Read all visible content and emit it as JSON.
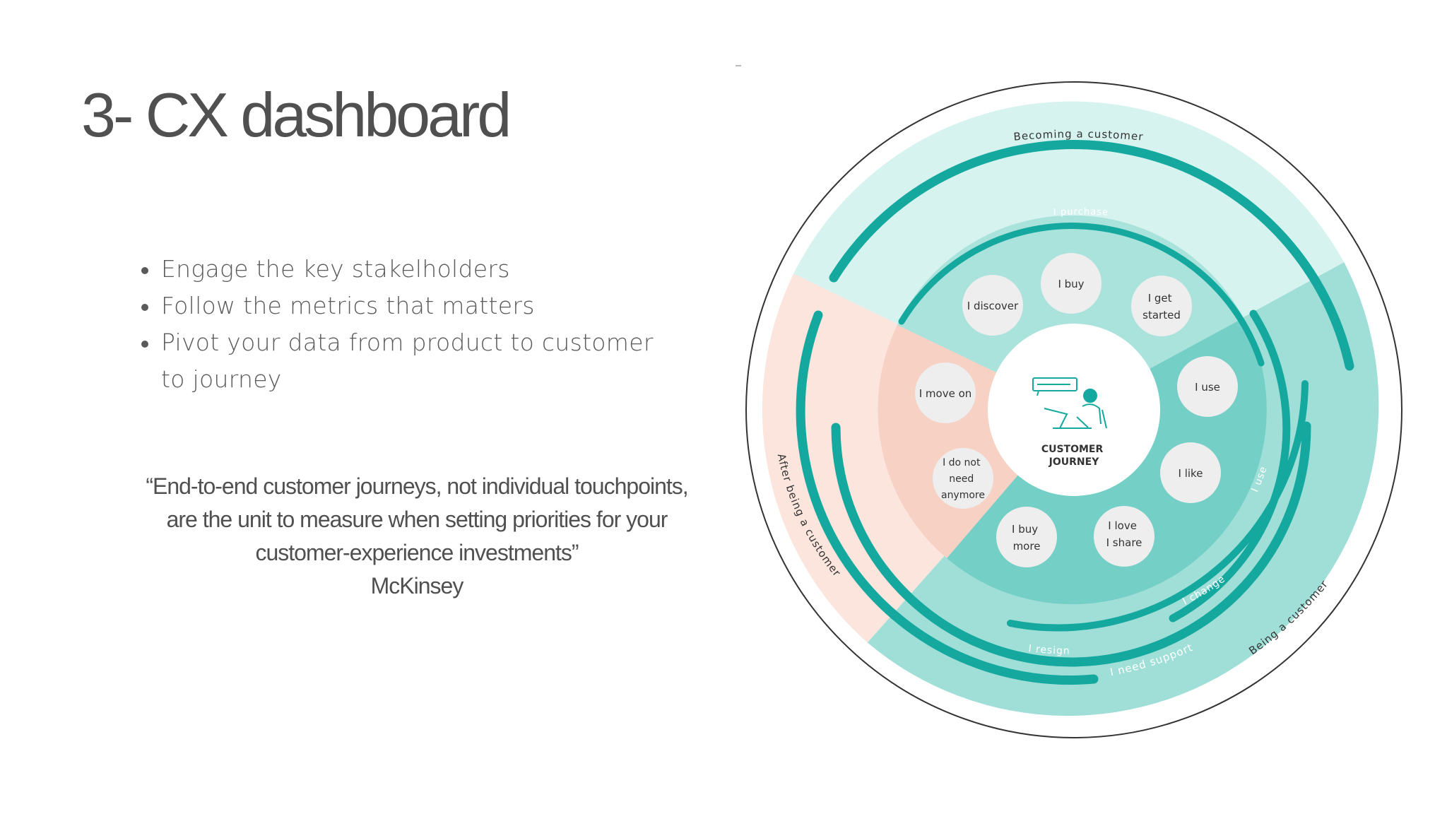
{
  "slide": {
    "title": "3- CX dashboard",
    "bullets": [
      "Engage the key stakelholders",
      "Follow the metrics that matters",
      "Pivot your data from product to customer to journey"
    ],
    "quote": {
      "text": "“End-to-end customer journeys, not individual touchpoints, are the unit to measure when setting priorities for your customer-experience investments”",
      "author": "McKinsey"
    }
  },
  "diagram": {
    "center_title": "CUSTOMER JOURNEY",
    "center_icon": "person-at-laptop-icon",
    "segments": {
      "becoming": "Becoming a customer",
      "being": "Being a customer",
      "after": "After being a customer"
    },
    "arc_labels": {
      "purchase": "I purchase",
      "use": "I use",
      "change": "I change",
      "resign": "I resign",
      "support": "I need support"
    },
    "stages": [
      "I discover",
      "I buy",
      "I get started",
      "I use",
      "I like",
      "I love I share",
      "I buy more",
      "I do not need anymore",
      "I move on"
    ],
    "colors": {
      "becoming_light": "#d6f3ef",
      "becoming_mid": "#a9e3dc",
      "being_light": "#9fdfd8",
      "being_mid": "#74cfc6",
      "after_light": "#fbe5dd",
      "after_mid": "#f7d1c4",
      "arc": "#14a89e",
      "outline": "#333333"
    }
  }
}
